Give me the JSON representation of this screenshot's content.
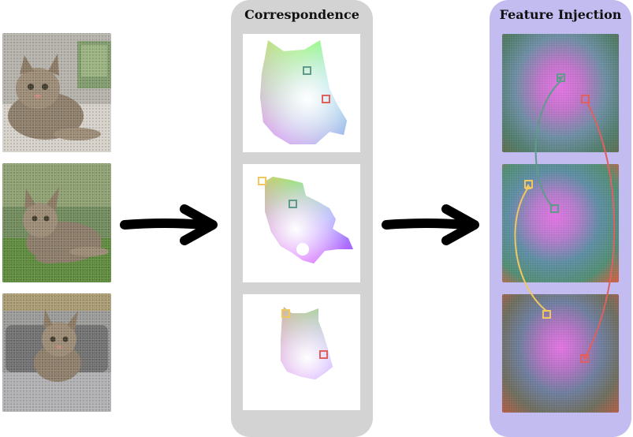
{
  "panels": {
    "correspondence_title": "Correspondence",
    "feature_injection_title": "Feature Injection"
  },
  "colors": {
    "correspondence_panel": "#d3d3d3",
    "injection_panel": "#c2bcf0",
    "arrow": "#000000",
    "teal_marker": "#5f9a8a",
    "red_marker": "#e06060",
    "yellow_marker": "#f0c860"
  },
  "inputs": [
    {
      "label": "cat-on-couch-image"
    },
    {
      "label": "cat-on-grass-image"
    },
    {
      "label": "cat-in-car-window-image"
    }
  ]
}
